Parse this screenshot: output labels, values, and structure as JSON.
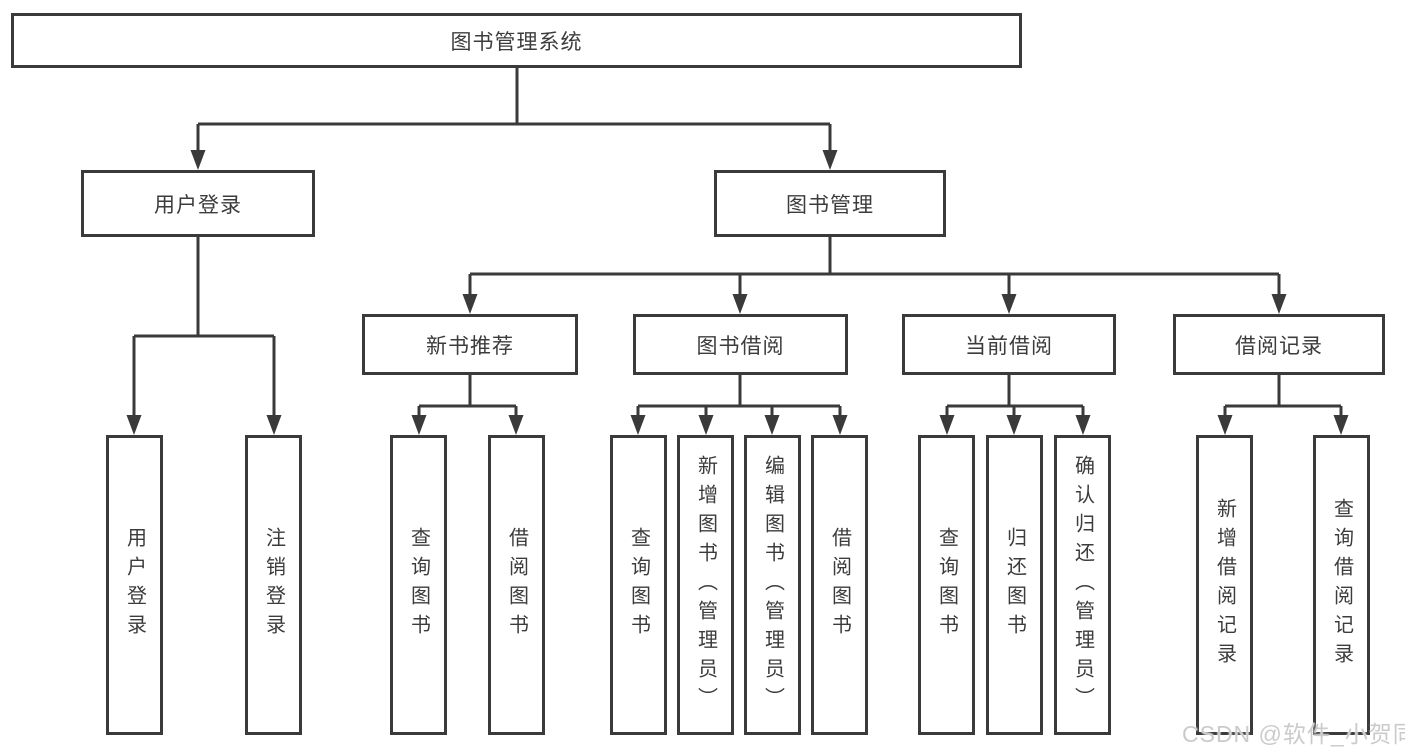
{
  "tree": {
    "root": {
      "label": "图书管理系统",
      "children": [
        {
          "label": "用户登录",
          "children": [
            {
              "label": "用户登录"
            },
            {
              "label": "注销登录"
            }
          ]
        },
        {
          "label": "图书管理",
          "children": [
            {
              "label": "新书推荐",
              "children": [
                {
                  "label": "查询图书"
                },
                {
                  "label": "借阅图书"
                }
              ]
            },
            {
              "label": "图书借阅",
              "children": [
                {
                  "label": "查询图书"
                },
                {
                  "label": "新增图书（管理员）"
                },
                {
                  "label": "编辑图书（管理员）"
                },
                {
                  "label": "借阅图书"
                }
              ]
            },
            {
              "label": "当前借阅",
              "children": [
                {
                  "label": "查询图书"
                },
                {
                  "label": "归还图书"
                },
                {
                  "label": "确认归还（管理员）"
                }
              ]
            },
            {
              "label": "借阅记录",
              "children": [
                {
                  "label": "新增借阅记录"
                },
                {
                  "label": "查询借阅记录"
                }
              ]
            }
          ]
        }
      ]
    }
  },
  "watermark": {
    "text": "CSDN @软件_小贺同学"
  },
  "colors": {
    "line": "#3a3a3a",
    "box_border": "#3a3a3a",
    "text": "#3c3c3c",
    "background": "#ffffff",
    "watermark_text": "#cbcbcb"
  }
}
